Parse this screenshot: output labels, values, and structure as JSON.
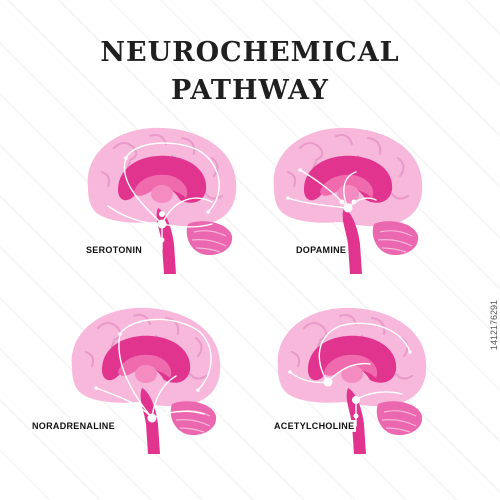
{
  "title_line1": "NEUROCHEMICAL",
  "title_line2": "PATHWAY",
  "panels": [
    {
      "label": "SEROTONIN"
    },
    {
      "label": "DOPAMINE"
    },
    {
      "label": "NORADRENALINE"
    },
    {
      "label": "ACETYLCHOLINE"
    }
  ],
  "stock_id": "1412176291",
  "colors": {
    "cortex": "#f7b8dc",
    "cortex_fold": "#e89ac8",
    "inner_dark": "#e0348f",
    "inner_mid": "#f06aae",
    "cerebellum": "#eb67b0",
    "stem": "#e0348f",
    "pathway": "#ffffff"
  }
}
